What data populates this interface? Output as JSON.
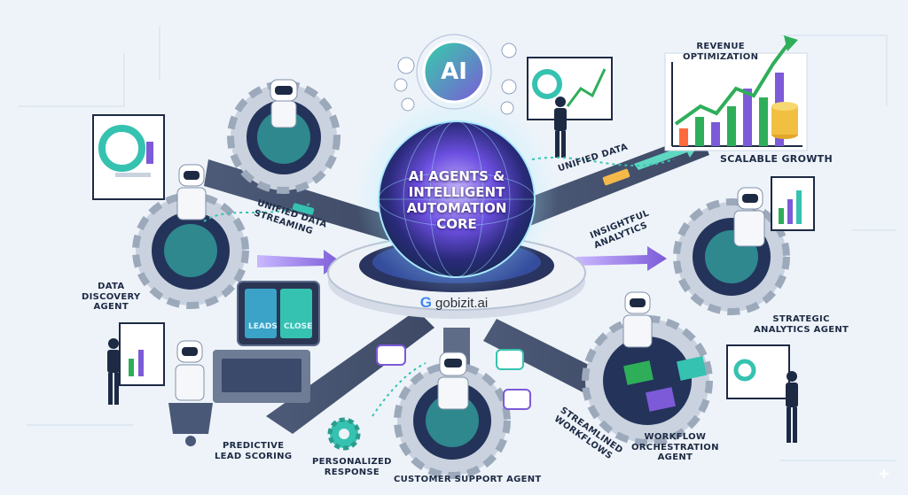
{
  "core": {
    "badge": "AI",
    "title": "AI AGENTS &\nINTELLIGENT\nAUTOMATION\nCORE",
    "brand_logo": "G",
    "brand_name": "gobizit.ai"
  },
  "labels": {
    "revenue": "REVENUE\nOPTIMIZATION",
    "scalable": "SCALABLE GROWTH",
    "unified_data": "UNIFIED DATA",
    "unified_streaming": "UNIFIED DATA\nSTREAMING",
    "insightful": "INSIGHTFUL\nANALYTICS",
    "data_discovery": "DATA\nDISCOVERY\nAGENT",
    "strategic": "STRATEGIC\nANALYTICS AGENT",
    "predictive": "PREDICTIVE\nLEAD SCORING",
    "personalized": "PERSONALIZED\nRESPONSE",
    "customer_support": "CUSTOMER SUPPORT AGENT",
    "streamlined": "STREAMLINED\nWORKFLOWS",
    "workflow": "WORKFLOW\nORCHESTRATION\nAGENT"
  },
  "screens": {
    "leads": "LEADS",
    "close": "CLOSE"
  },
  "colors": {
    "core_glow": "#7b5cff",
    "teal": "#36c2b0",
    "green": "#2fae5a",
    "purple": "#7c5ad8",
    "gear": "#c9d2de",
    "navy": "#1d2a44"
  },
  "icons": [
    "ai-badge-icon",
    "robot-icon",
    "gear-icon",
    "bar-chart-icon",
    "coin-stack-icon",
    "person-icon",
    "chat-bubble-icon",
    "shield-icon"
  ]
}
